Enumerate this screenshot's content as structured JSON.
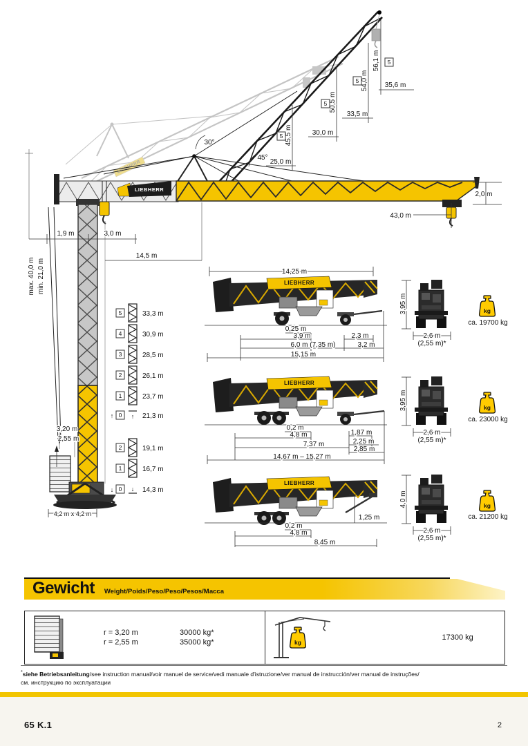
{
  "brand": "LIEBHERR",
  "kg_label": "kg",
  "colors": {
    "yellow": "#f5c400",
    "dark": "#1a1a1a",
    "ghost": "#c4c4c4"
  },
  "elevation": {
    "angles": {
      "a30": "30°",
      "a45": "45°"
    },
    "hook_heights_vertical": [
      {
        "badge": "5",
        "value": "56,1 m"
      },
      {
        "badge": "5",
        "value": "54,0 m"
      },
      {
        "badge": "5",
        "value": "50,5 m"
      },
      {
        "badge": "5",
        "value": "45,5 m"
      }
    ],
    "radii_labels": [
      "35,6 m",
      "33,5 m",
      "30,0 m",
      "25,0 m"
    ],
    "tip": "2,0 m",
    "jib_length": "43,0 m",
    "d19": "1,9 m",
    "d30": "3,0 m",
    "d145": "14,5 m",
    "hmax": "max. 40,0 m",
    "hmin": "min. 21,0 m",
    "r320": "3,20 m",
    "r255": "2,55 m",
    "base": "4,2 m x 4,2 m",
    "arrow_up": "↑",
    "arrow_down": "↓",
    "sections_upper": [
      {
        "badge": "5",
        "value": "33,3 m"
      },
      {
        "badge": "4",
        "value": "30,9 m"
      },
      {
        "badge": "3",
        "value": "28,5 m"
      },
      {
        "badge": "2",
        "value": "26,1 m"
      },
      {
        "badge": "1",
        "value": "23,7 m"
      },
      {
        "badge": "0",
        "value": "21,3 m"
      }
    ],
    "sections_lower": [
      {
        "badge": "2",
        "value": "19,1 m"
      },
      {
        "badge": "1",
        "value": "16,7 m"
      },
      {
        "badge": "0",
        "value": "14,3 m"
      }
    ]
  },
  "transport": [
    {
      "top": "14,25 m",
      "d1": "0,25 m",
      "d2": "3,9 m",
      "d3": "2,3 m",
      "d4": "6,0 m (7,35 m)",
      "d5": "3,2 m",
      "total": "15,15 m",
      "height": "3,95 m",
      "width": "2,6 m",
      "width_alt": "(2,55 m)*",
      "weight": "ca. 19700 kg"
    },
    {
      "d1": "0,2 m",
      "d2": "4,8 m",
      "d3": "1,87 m",
      "d4": "7,37 m",
      "d5": "2,25 m",
      "d6": "2,85 m",
      "total": "14,67 m – 15,27 m",
      "height": "3,95 m",
      "width": "2,6 m",
      "width_alt": "(2,55 m)*",
      "weight": "ca. 23000 kg"
    },
    {
      "d1": "0,2 m",
      "d2": "4,8 m",
      "d3": "1,25 m",
      "total": "8,45 m",
      "height": "4,0 m",
      "width": "2,6 m",
      "width_alt": "(2,55 m)*",
      "weight": "ca. 21200 kg"
    }
  ],
  "gewicht": {
    "title": "Gewicht",
    "subtitle": "Weight/Poids/Peso/Peso/Pesos/Масса",
    "rows": [
      {
        "radius": "r = 3,20 m",
        "weight": "30000 kg*"
      },
      {
        "radius": "r = 2,55 m",
        "weight": "35000 kg*"
      }
    ],
    "erected_weight": "17300 kg"
  },
  "footnote": {
    "star": "*",
    "bold": "siehe Betriebsanleitung",
    "rest": "/see instruction manual/voir manuel de service/vedi manuale d'istruzione/ver manual de instrucción/ver manual de instruções/",
    "line2": "см. инструкцию по эксплуатации"
  },
  "footer": {
    "model": "65 K.1",
    "page": "2"
  }
}
